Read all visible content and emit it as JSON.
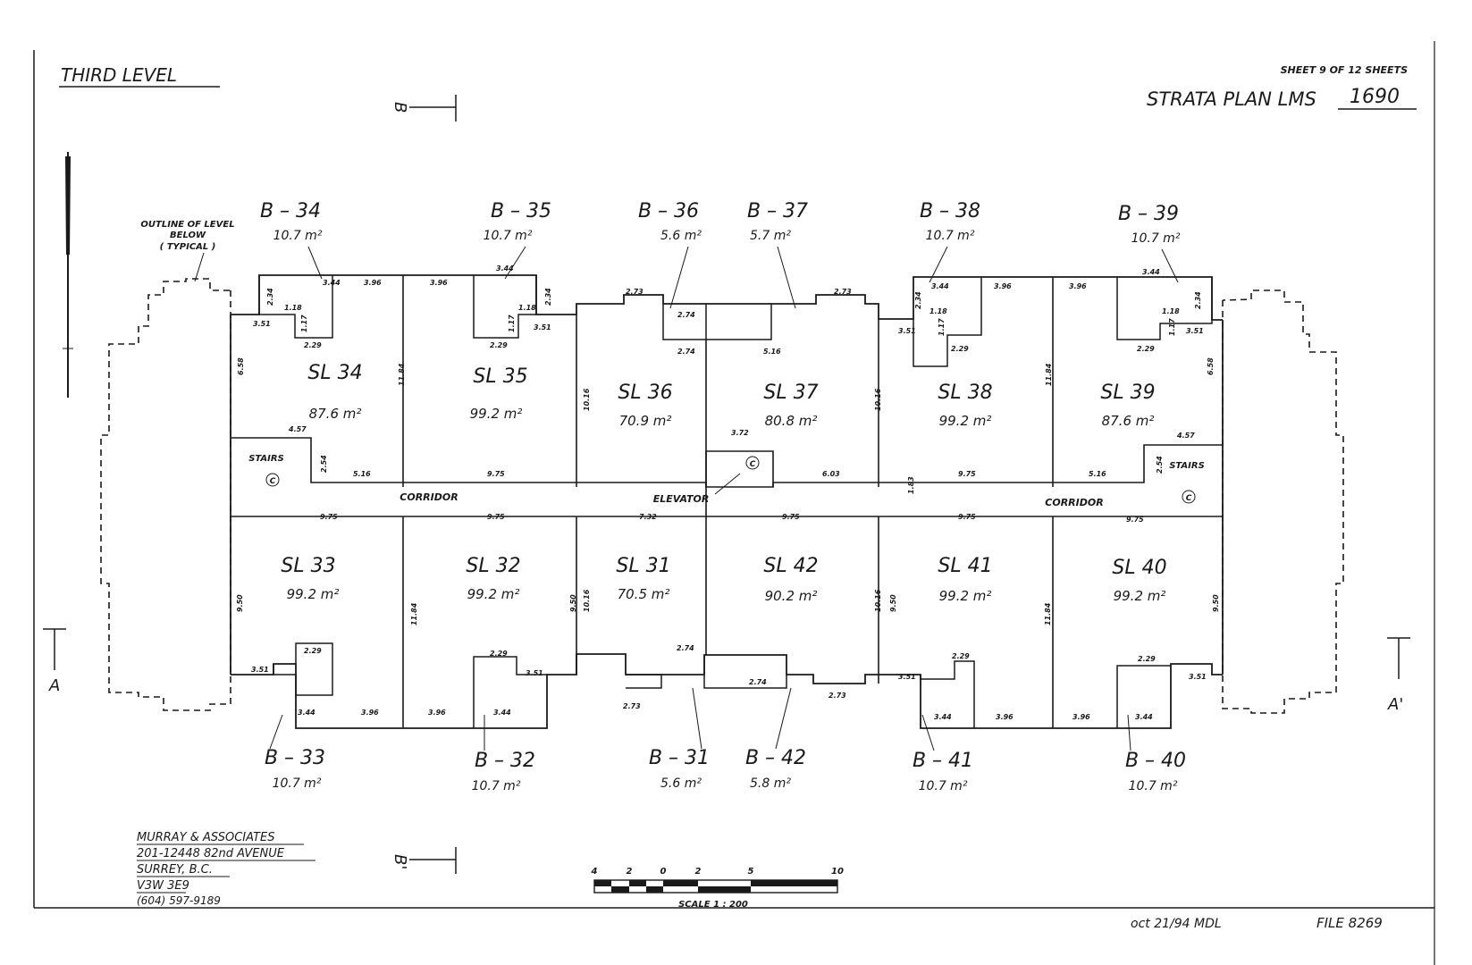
{
  "sheet": {
    "level_title": "THIRD LEVEL",
    "sheet_number": "SHEET 9 OF 12 SHEETS",
    "plan_prefix": "STRATA PLAN LMS",
    "plan_number": "1690",
    "outline_note": [
      "OUTLINE OF LEVEL",
      "BELOW",
      "( TYPICAL )"
    ],
    "section_b_top": "B",
    "section_b_bottom": "B'",
    "section_a_left": "A",
    "section_a_right": "A'",
    "surveyor": [
      "MURRAY & ASSOCIATES",
      "201-12448 82nd AVENUE",
      "SURREY, B.C.",
      "V3W 3E9",
      "(604) 597-9189"
    ],
    "scale_ticks": [
      "4",
      "2",
      "0",
      "2",
      "5",
      "10"
    ],
    "scale_text": "SCALE 1 : 200",
    "signature": "oct 21/94 MDL",
    "file": "FILE 8269"
  },
  "lots": [
    {
      "id": "sl34",
      "name": "SL 34",
      "area": "87.6 m²"
    },
    {
      "id": "sl35",
      "name": "SL 35",
      "area": "99.2 m²"
    },
    {
      "id": "sl36",
      "name": "SL 36",
      "area": "70.9 m²"
    },
    {
      "id": "sl37",
      "name": "SL 37",
      "area": "80.8 m²"
    },
    {
      "id": "sl38",
      "name": "SL 38",
      "area": "99.2 m²"
    },
    {
      "id": "sl39",
      "name": "SL 39",
      "area": "87.6 m²"
    },
    {
      "id": "sl33",
      "name": "SL 33",
      "area": "99.2 m²"
    },
    {
      "id": "sl32",
      "name": "SL 32",
      "area": "99.2 m²"
    },
    {
      "id": "sl31",
      "name": "SL 31",
      "area": "70.5 m²"
    },
    {
      "id": "sl42",
      "name": "SL 42",
      "area": "90.2 m²"
    },
    {
      "id": "sl41",
      "name": "SL 41",
      "area": "99.2 m²"
    },
    {
      "id": "sl40",
      "name": "SL 40",
      "area": "99.2 m²"
    }
  ],
  "balconies": [
    {
      "id": "b34",
      "name": "B – 34",
      "area": "10.7 m²"
    },
    {
      "id": "b35",
      "name": "B – 35",
      "area": "10.7 m²"
    },
    {
      "id": "b36",
      "name": "B – 36",
      "area": "5.6 m²"
    },
    {
      "id": "b37",
      "name": "B – 37",
      "area": "5.7 m²"
    },
    {
      "id": "b38",
      "name": "B – 38",
      "area": "10.7 m²"
    },
    {
      "id": "b39",
      "name": "B – 39",
      "area": "10.7 m²"
    },
    {
      "id": "b33",
      "name": "B – 33",
      "area": "10.7 m²"
    },
    {
      "id": "b32",
      "name": "B – 32",
      "area": "10.7 m²"
    },
    {
      "id": "b31",
      "name": "B – 31",
      "area": "5.6 m²"
    },
    {
      "id": "b42",
      "name": "B – 42",
      "area": "5.8 m²"
    },
    {
      "id": "b41",
      "name": "B – 41",
      "area": "10.7 m²"
    },
    {
      "id": "b40",
      "name": "B – 40",
      "area": "10.7 m²"
    }
  ],
  "common": {
    "corridor": "CORRIDOR",
    "elevator": "ELEVATOR",
    "stairs": "STAIRS",
    "common_mark": "C"
  },
  "dimensions": {
    "corridor_width": "1.83",
    "d975": "9.75",
    "d732": "7.32",
    "d950": "9.50",
    "d1016": "10.16",
    "d1184": "11.84",
    "d344": "3.44",
    "d396": "3.96",
    "d351": "3.51",
    "d229": "2.29",
    "d118": "1.18",
    "d117": "1.17",
    "d234": "2.34",
    "d273": "2.73",
    "d274": "2.74",
    "d516": "5.16",
    "d603": "6.03",
    "d457": "4.57",
    "d254": "2.54",
    "d658": "6.58",
    "d372": "3.72"
  }
}
